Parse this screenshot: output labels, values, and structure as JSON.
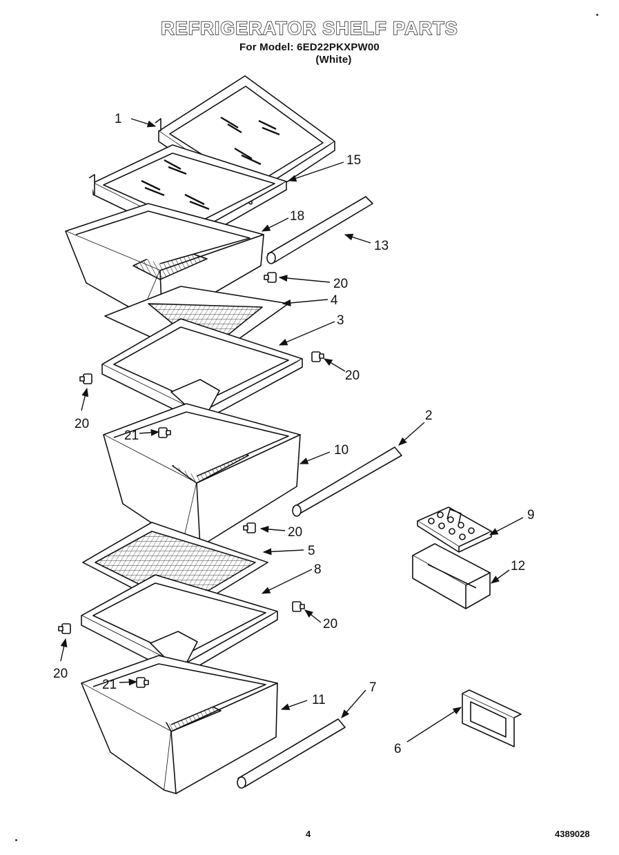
{
  "header": {
    "title": "REFRIGERATOR SHELF PARTS",
    "model_line": "For Model: 6ED22PKXPW00",
    "color_line": "(White)"
  },
  "parts": {
    "p1": "1",
    "p15": "15",
    "p18": "18",
    "p13": "13",
    "p20a": "20",
    "p4": "4",
    "p3": "3",
    "p20b": "20",
    "p20c": "20",
    "p21a": "21",
    "p2": "2",
    "p10": "10",
    "p20d": "20",
    "p9": "9",
    "p5": "5",
    "p8": "8",
    "p12": "12",
    "p20e": "20",
    "p20f": "20",
    "p21b": "21",
    "p7": "7",
    "p11": "11",
    "p6": "6"
  },
  "footer": {
    "page_number": "4",
    "document_number": "4389028"
  }
}
